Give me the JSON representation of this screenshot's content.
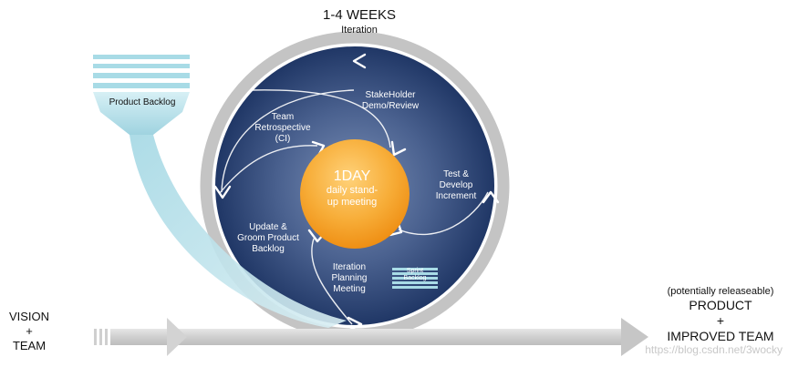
{
  "title": "1-4 WEEKS",
  "subtitle": "Iteration",
  "input": {
    "line1": "VISION",
    "line2": "+",
    "line3": "TEAM"
  },
  "output": {
    "line1": "(potentially releaseable)",
    "line2": "PRODUCT",
    "line3": "+",
    "line4": "IMPROVED TEAM"
  },
  "product_backlog": "Product Backlog",
  "center": {
    "title": "1DAY",
    "line1": "daily stand-",
    "line2": "up meeting"
  },
  "stages": {
    "stakeholder": {
      "line1": "StakeHolder",
      "line2": "Demo/Review"
    },
    "test": {
      "line1": "Test &",
      "line2": "Develop",
      "line3": "Increment"
    },
    "planning": {
      "line1": "Iteration",
      "line2": "Planning",
      "line3": "Meeting"
    },
    "groom": {
      "line1": "Update &",
      "line2": "Groom Product",
      "line3": "Backlog"
    },
    "retro": {
      "line1": "Team",
      "line2": "Retrospective",
      "line3": "(CI)"
    }
  },
  "sprint_backlog": {
    "line1": "Sprint",
    "line2": "Backlog"
  },
  "watermark": "https://blog.csdn.net/3wocky",
  "colors": {
    "ring": "#c4c4c4",
    "disc_outer": "#203766",
    "disc_inner": "#6f85ad",
    "center_outer": "#f29a1c",
    "center_inner": "#ffd27a",
    "backlog_bars": "#a8dbe6",
    "arrow_band": "#cfcfcf"
  }
}
